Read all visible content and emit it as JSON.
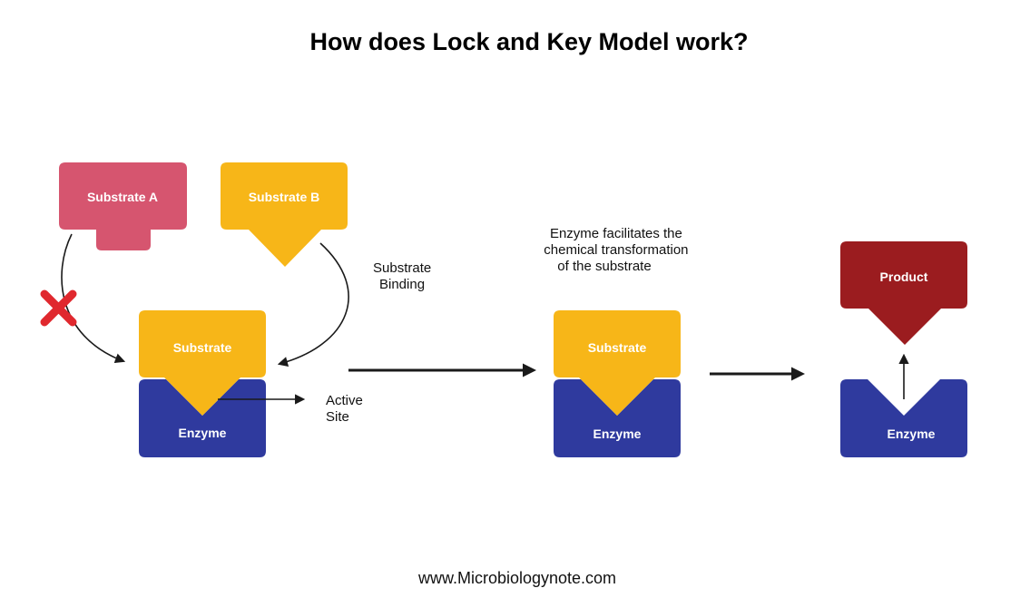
{
  "title": "How does Lock and Key Model work?",
  "footer": "www.Microbiologynote.com",
  "colors": {
    "substrate_a": "#d6556f",
    "substrate": "#f7b618",
    "enzyme": "#2f3a9e",
    "product": "#9b1c1f",
    "reject_mark": "#e0282e",
    "arrow": "#1a1a1a"
  },
  "icons": {
    "reject": "cross-mark-icon"
  },
  "stage1": {
    "substrate_a": "Substrate A",
    "substrate_b": "Substrate B",
    "substrate": "Substrate",
    "enzyme": "Enzyme",
    "binding_label": [
      "Substrate",
      "Binding"
    ],
    "active_site_label": [
      "Active",
      "Site"
    ]
  },
  "stage2": {
    "note": [
      "Enzyme facilitates the",
      "chemical transformation",
      "of the substrate"
    ],
    "substrate": "Substrate",
    "enzyme": "Enzyme"
  },
  "stage3": {
    "product": "Product",
    "enzyme": "Enzyme"
  }
}
